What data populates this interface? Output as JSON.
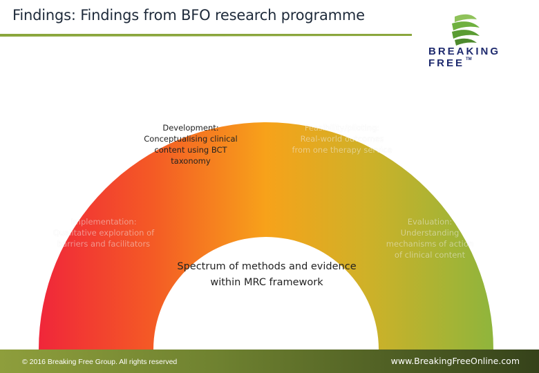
{
  "slide": {
    "title": "Findings: Findings from BFO research programme",
    "center_text": "Spectrum of methods and evidence within MRC framework"
  },
  "logo": {
    "brand": "BREAKING FREE",
    "trademark": "TM"
  },
  "segments": {
    "development": {
      "heading": "Development:",
      "body": "Conceptualising clinical content using BCT taxonomy"
    },
    "feasibility": {
      "heading": "Feasibility/piloting:",
      "body": "Real-world outcomes from one therapy service"
    },
    "implementation": {
      "heading": "Implementation:",
      "body": "Qualitative exploration of barriers and facilitators"
    },
    "evaluation": {
      "heading": "Evaluation:",
      "body": "Understanding mechanisms of action of clinical content"
    }
  },
  "footer": {
    "copyright": "© 2016 Breaking Free Group. All rights reserved",
    "url": "www.BreakingFreeOnline.com"
  },
  "colors": {
    "arch_left": "#f0263a",
    "arch_mid": "#f7a21a",
    "arch_right": "#8fb53c",
    "title_underline": "#8aa63c",
    "logo_green": "#6fb13f",
    "logo_text": "#1e2a6e",
    "footer": "#6f8230"
  }
}
